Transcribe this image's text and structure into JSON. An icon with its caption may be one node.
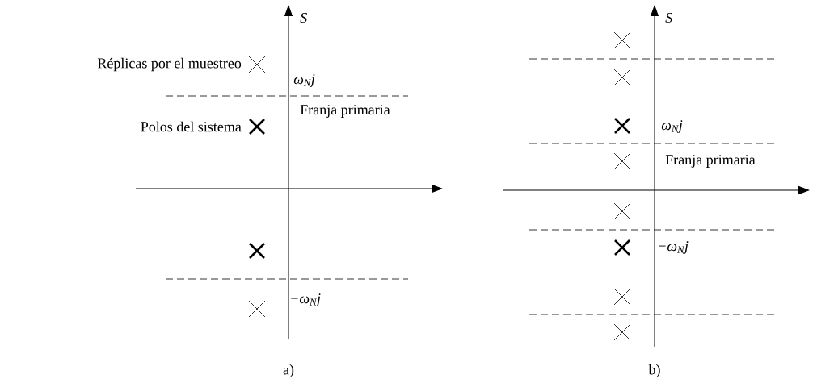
{
  "diagram": {
    "labels": [
      "S",
      "Réplicas por el muestreo",
      "ω$_{N}$j",
      "Franja primaria",
      "Polos del sistema",
      "−ω$_{N}$j",
      "a)",
      "S",
      "ω$_{N}$j",
      "Franja primaria",
      "−ω$_{N}$j",
      "b)"
    ]
  }
}
